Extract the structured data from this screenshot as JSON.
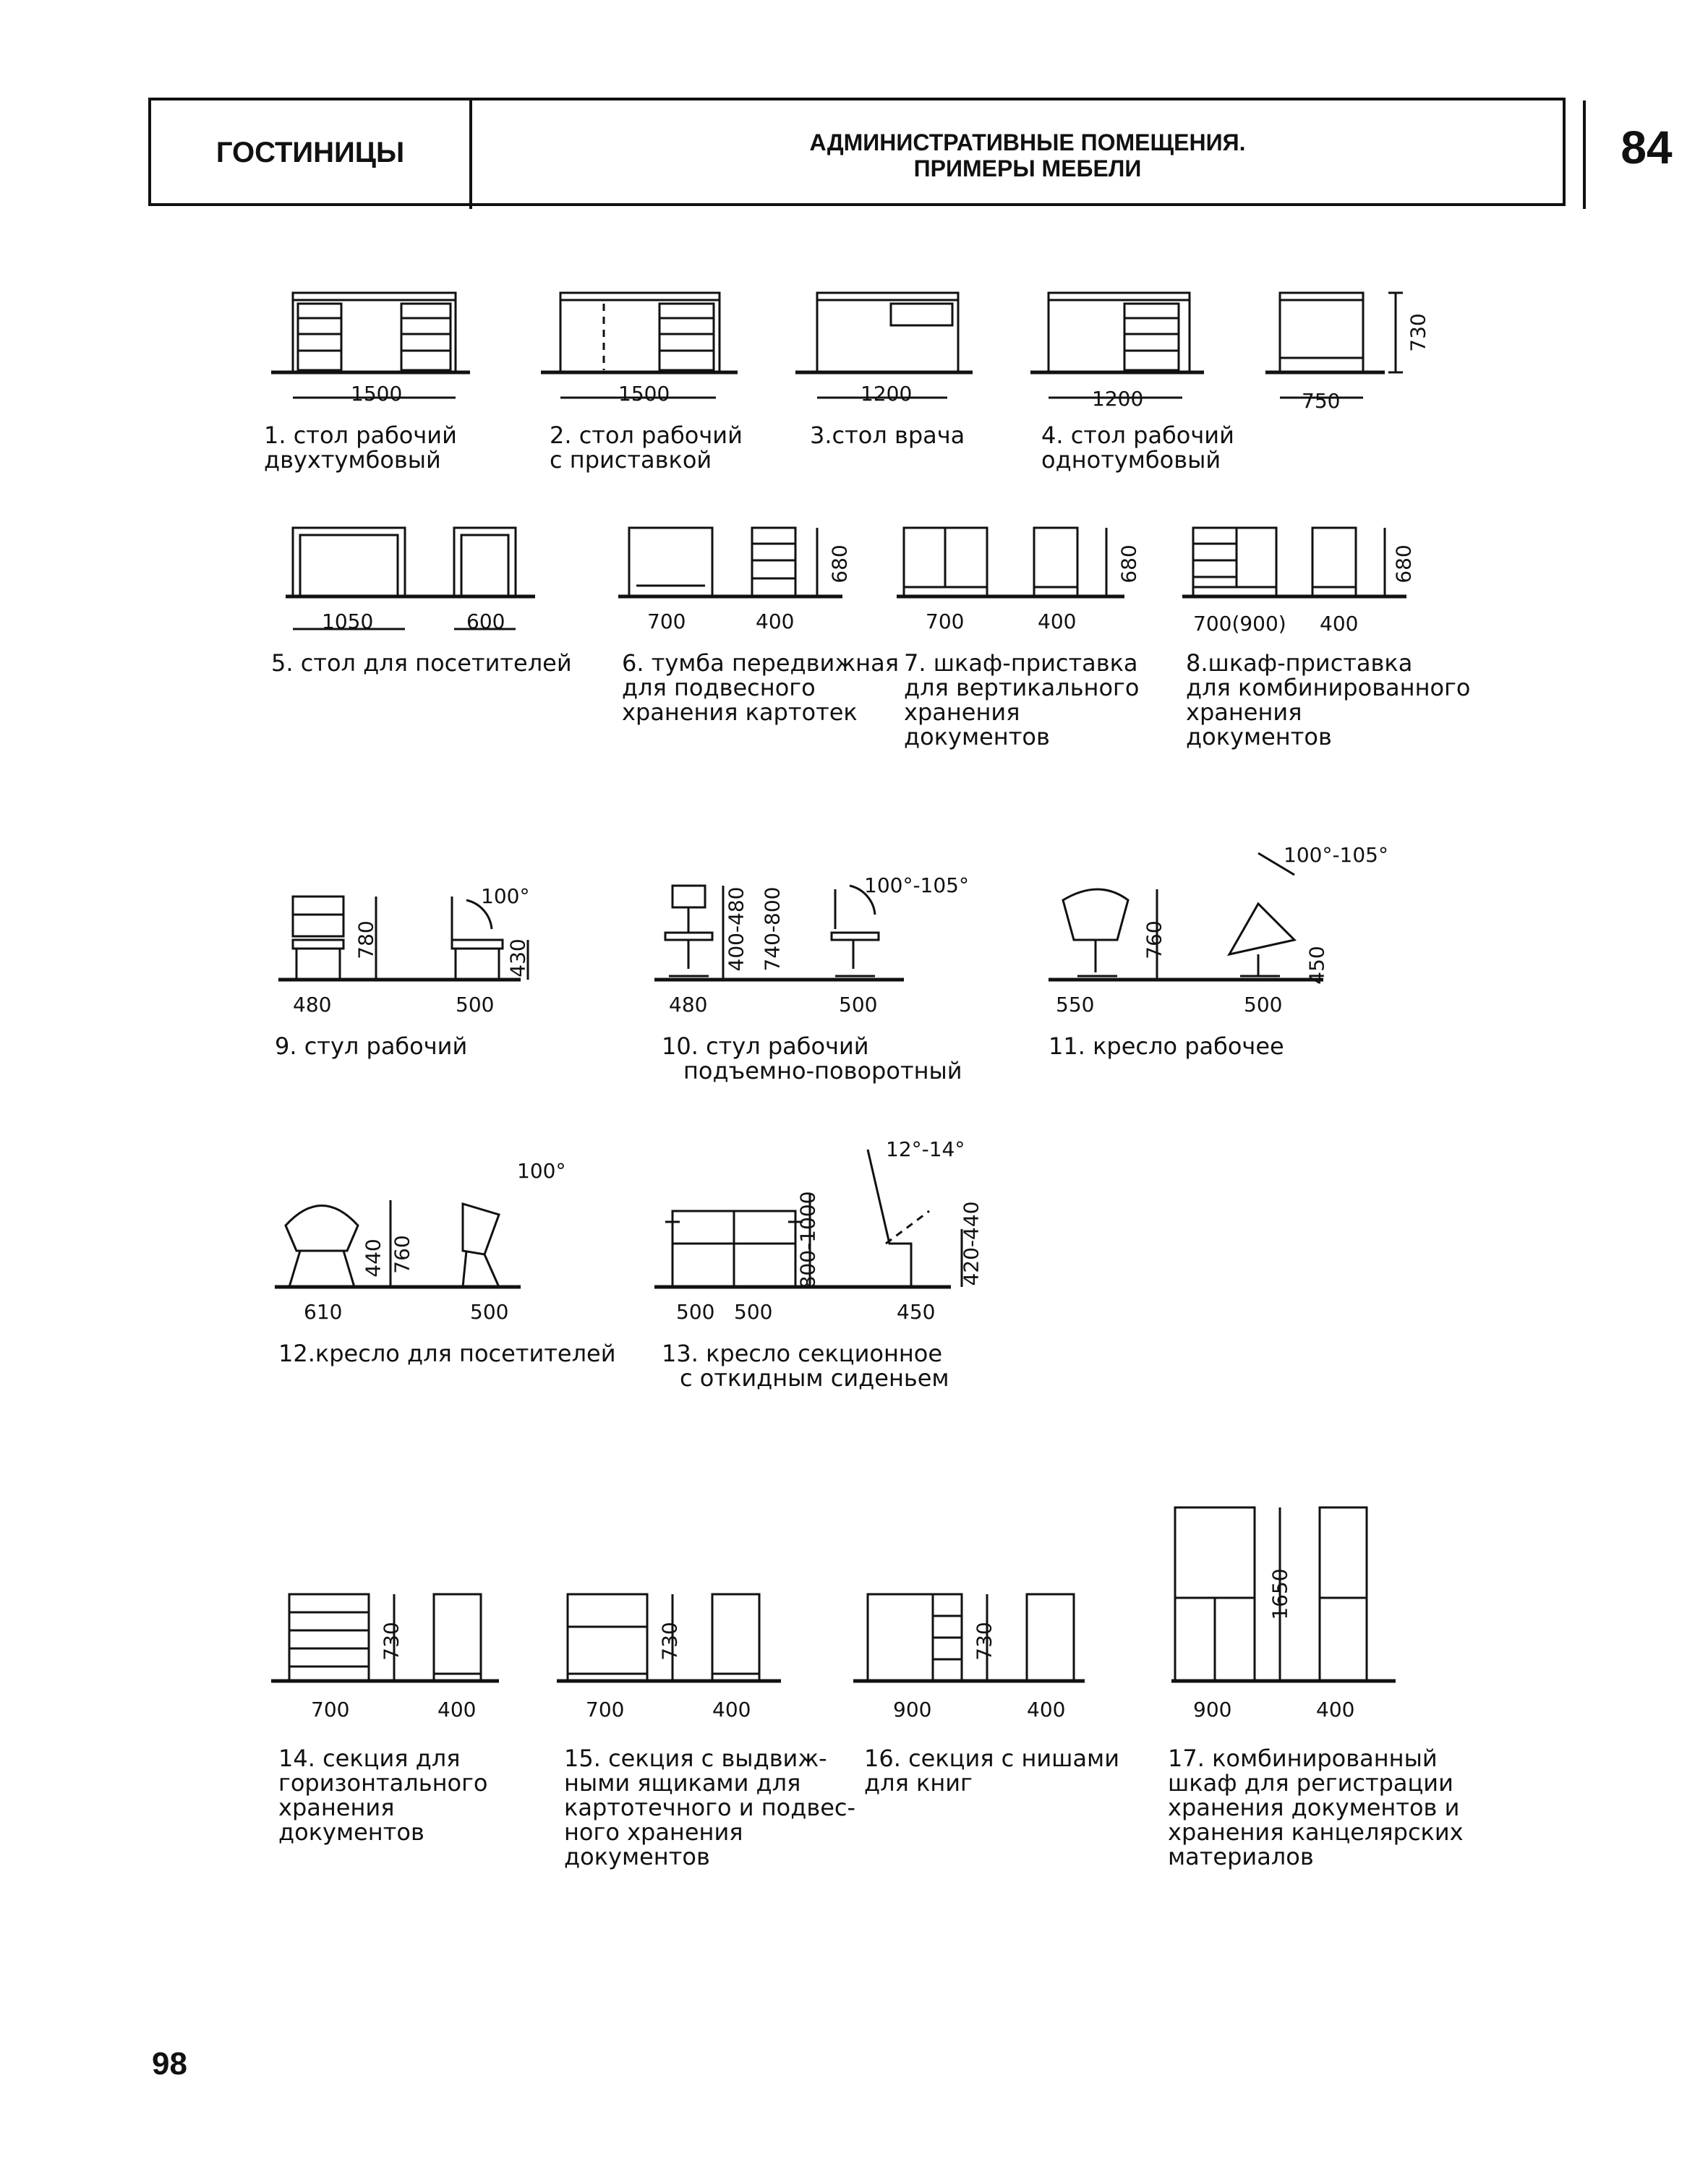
{
  "header": {
    "section": "ГОСТИНИЦЫ",
    "title_line1": "АДМИНИСТРАТИВНЫЕ ПОМЕЩЕНИЯ.",
    "title_line2": "ПРИМЕРЫ МЕБЕЛИ",
    "sheet_number": "84"
  },
  "page_number": "98",
  "items": [
    {
      "caption": [
        "1. стол рабочий",
        "двухтумбовый"
      ],
      "dims": [
        "1500"
      ]
    },
    {
      "caption": [
        "2. стол рабочий",
        "с приставкой"
      ],
      "dims": [
        "1500"
      ]
    },
    {
      "caption": [
        "3.стол врача"
      ],
      "dims": [
        "1200"
      ]
    },
    {
      "caption": [
        "4. стол рабочий",
        "однотумбовый"
      ],
      "dims": [
        "1200"
      ]
    },
    {
      "caption": [],
      "dims": [
        "750",
        "730"
      ]
    },
    {
      "caption": [
        "5. стол для посетителей"
      ],
      "dims": [
        "1050",
        "600"
      ]
    },
    {
      "caption": [
        "6. тумба передвижная",
        "для подвесного",
        "хранения картотек"
      ],
      "dims": [
        "700",
        "400",
        "680"
      ]
    },
    {
      "caption": [
        "7. шкаф-приставка",
        "для вертикального",
        "хранения",
        "документов"
      ],
      "dims": [
        "700",
        "400",
        "680"
      ]
    },
    {
      "caption": [
        "8.шкаф-приставка",
        "для комбинированного",
        "хранения",
        "документов"
      ],
      "dims": [
        "700(900)",
        "400",
        "680"
      ]
    },
    {
      "caption": [
        "9. стул рабочий"
      ],
      "dims": [
        "480",
        "500",
        "780",
        "430",
        "100°"
      ]
    },
    {
      "caption": [
        "10. стул рабочий",
        "подъемно-поворотный"
      ],
      "dims": [
        "480",
        "500",
        "400-480",
        "740-800",
        "100°-105°"
      ]
    },
    {
      "caption": [
        "11. кресло рабочее"
      ],
      "dims": [
        "550",
        "500",
        "760",
        "450",
        "100°-105°"
      ]
    },
    {
      "caption": [
        "12.кресло для посетителей"
      ],
      "dims": [
        "610",
        "500",
        "440",
        "760",
        "100°"
      ]
    },
    {
      "caption": [
        "13. кресло секционное",
        "с откидным сиденьем"
      ],
      "dims": [
        "500",
        "500",
        "450",
        "800-1000",
        "420-440",
        "12°-14°"
      ]
    },
    {
      "caption": [
        "14. секция для",
        "горизонтального",
        "хранения",
        "документов"
      ],
      "dims": [
        "700",
        "400",
        "730"
      ]
    },
    {
      "caption": [
        "15. секция с выдвиж-",
        "ными ящиками для",
        "картотечного и подвес-",
        "ного хранения",
        "документов"
      ],
      "dims": [
        "700",
        "400",
        "730"
      ]
    },
    {
      "caption": [
        "16. секция с нишами",
        "для книг"
      ],
      "dims": [
        "900",
        "400",
        "730"
      ]
    },
    {
      "caption": [
        "17. комбинированный",
        "шкаф для регистрации",
        "хранения документов и",
        "хранения канцелярских",
        "материалов"
      ],
      "dims": [
        "900",
        "400",
        "1650"
      ]
    }
  ]
}
